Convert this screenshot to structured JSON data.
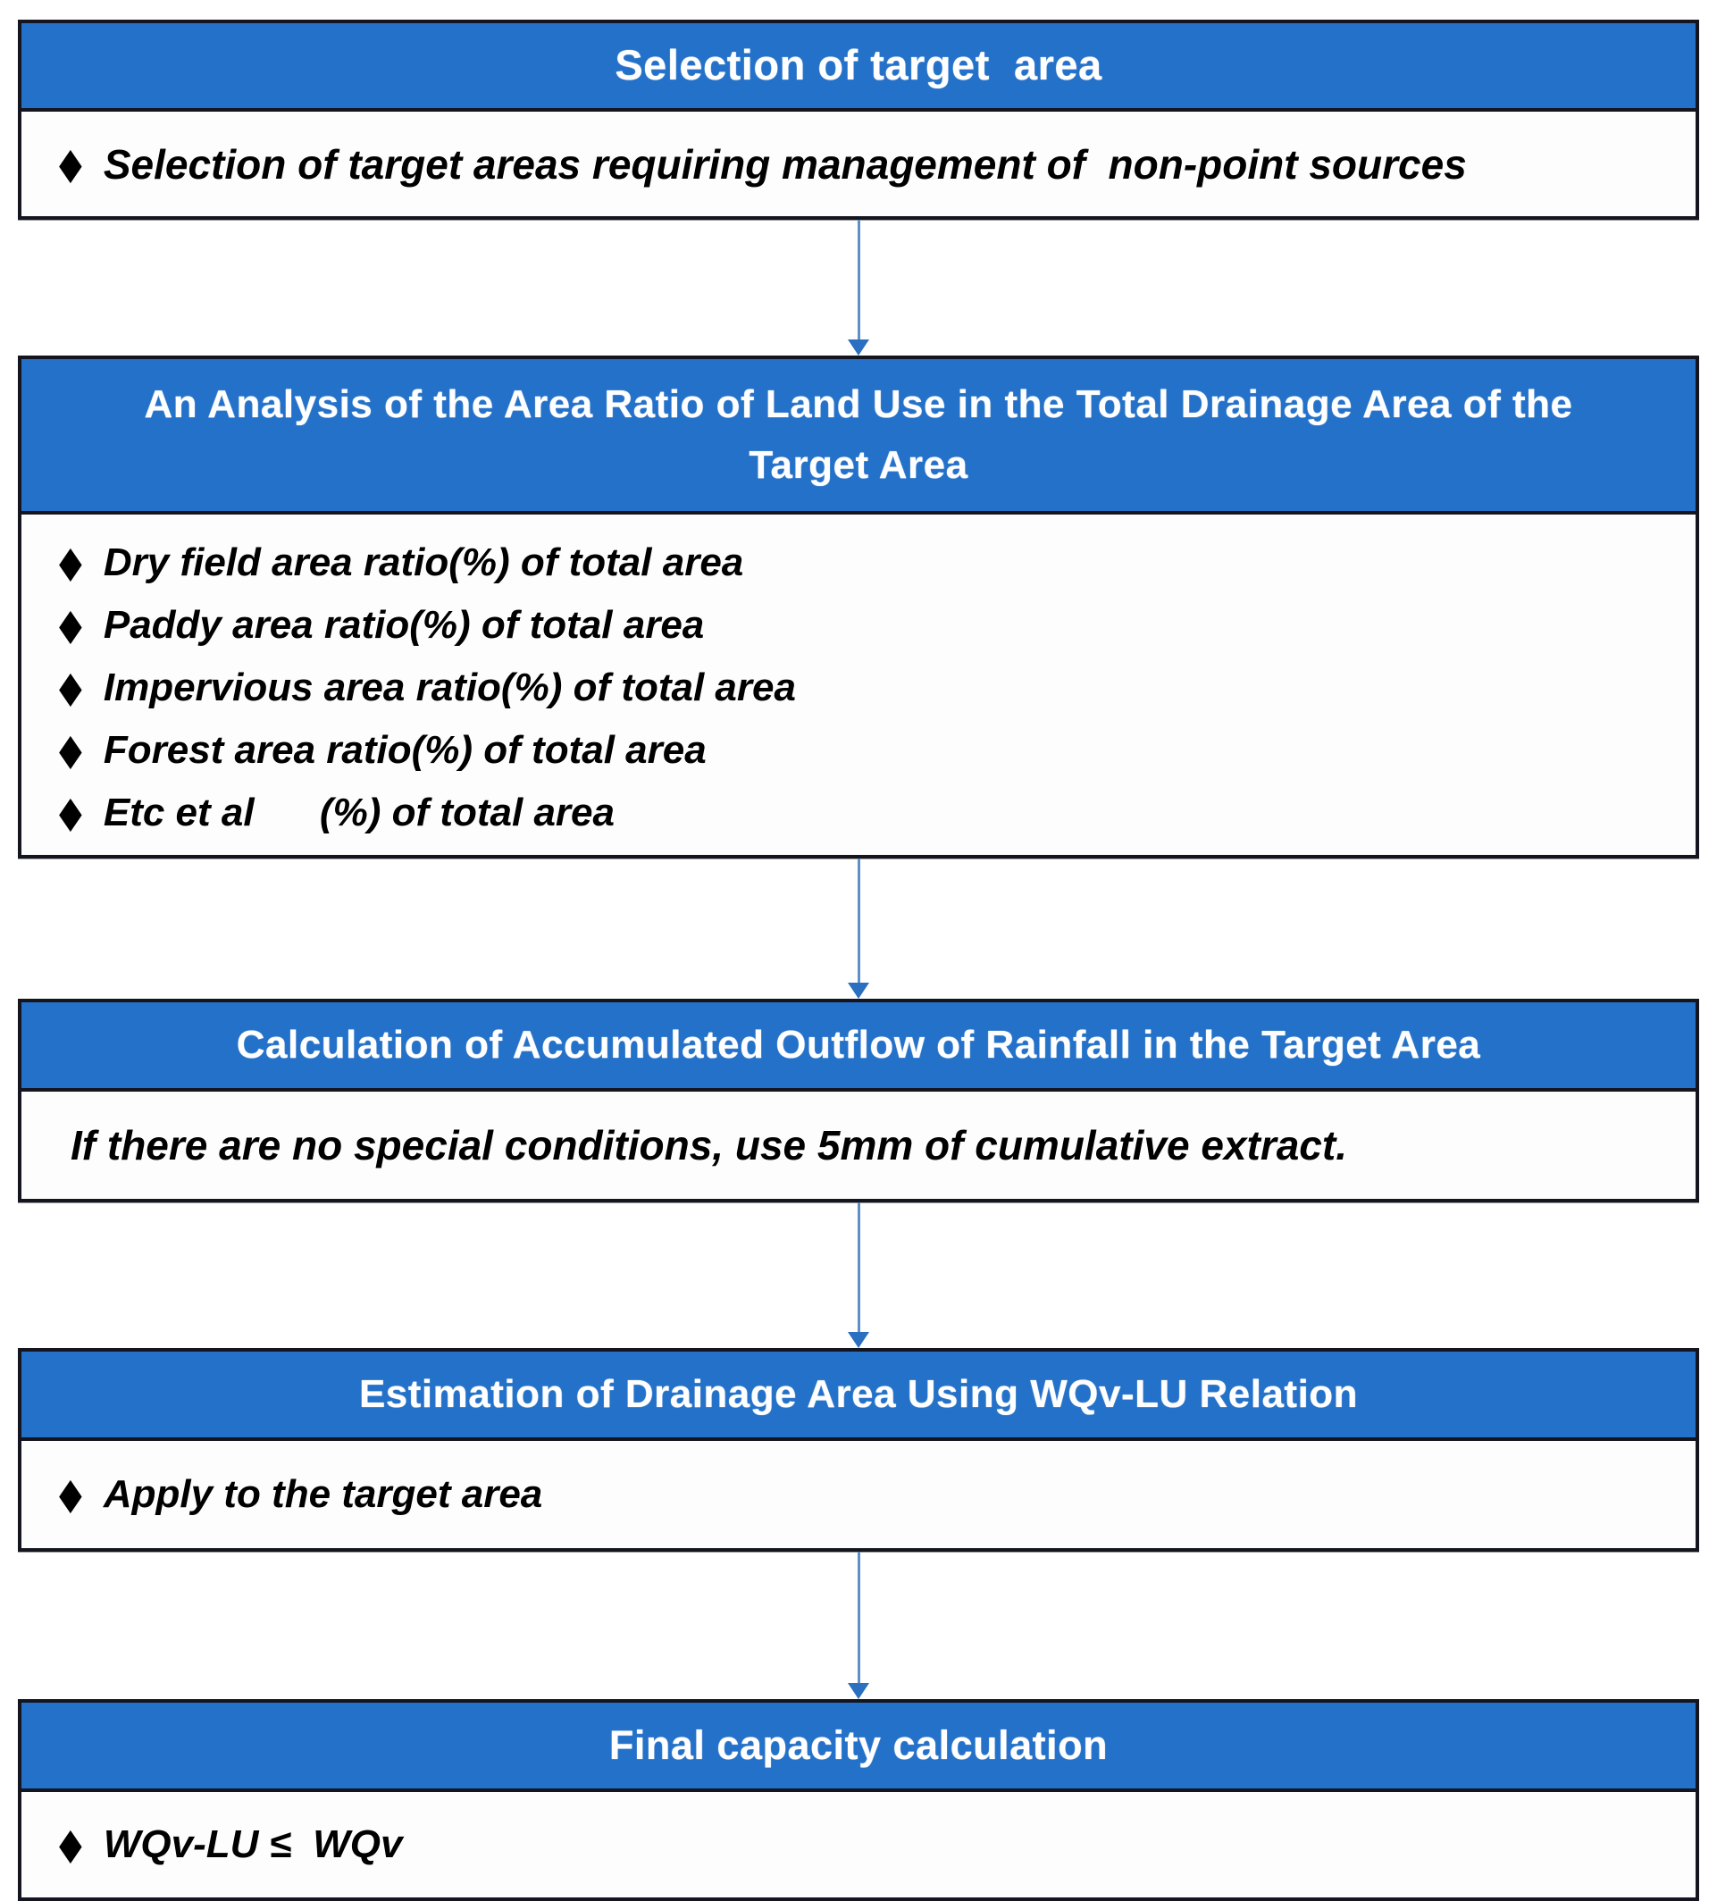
{
  "bullet_glyph": "◆",
  "colors": {
    "header_bg": "#2471c9",
    "header_text": "#ffffff",
    "box_border": "#14151f",
    "body_text": "#000000",
    "arrow": "#2b6fc0"
  },
  "boxes": [
    {
      "header": "Selection of target  area",
      "items": [
        "Selection of target areas requiring management of  non-point sources"
      ]
    },
    {
      "header": "An Analysis of the Area Ratio of Land Use in the Total Drainage Area of the\nTarget Area",
      "items": [
        "Dry field area ratio(%) of total area",
        "Paddy area ratio(%) of total area",
        "Impervious area ratio(%) of total area",
        "Forest area ratio(%) of total area",
        "Etc et al      (%) of total area"
      ]
    },
    {
      "header": "Calculation of Accumulated Outflow of Rainfall in the Target Area",
      "items": [
        "If there are no special conditions, use 5mm of cumulative extract."
      ]
    },
    {
      "header": "Estimation of Drainage Area Using WQv-LU Relation",
      "items": [
        "Apply to the target area"
      ]
    },
    {
      "header": "Final capacity calculation",
      "items": [
        "WQv-LU ≤  WQv"
      ]
    }
  ]
}
